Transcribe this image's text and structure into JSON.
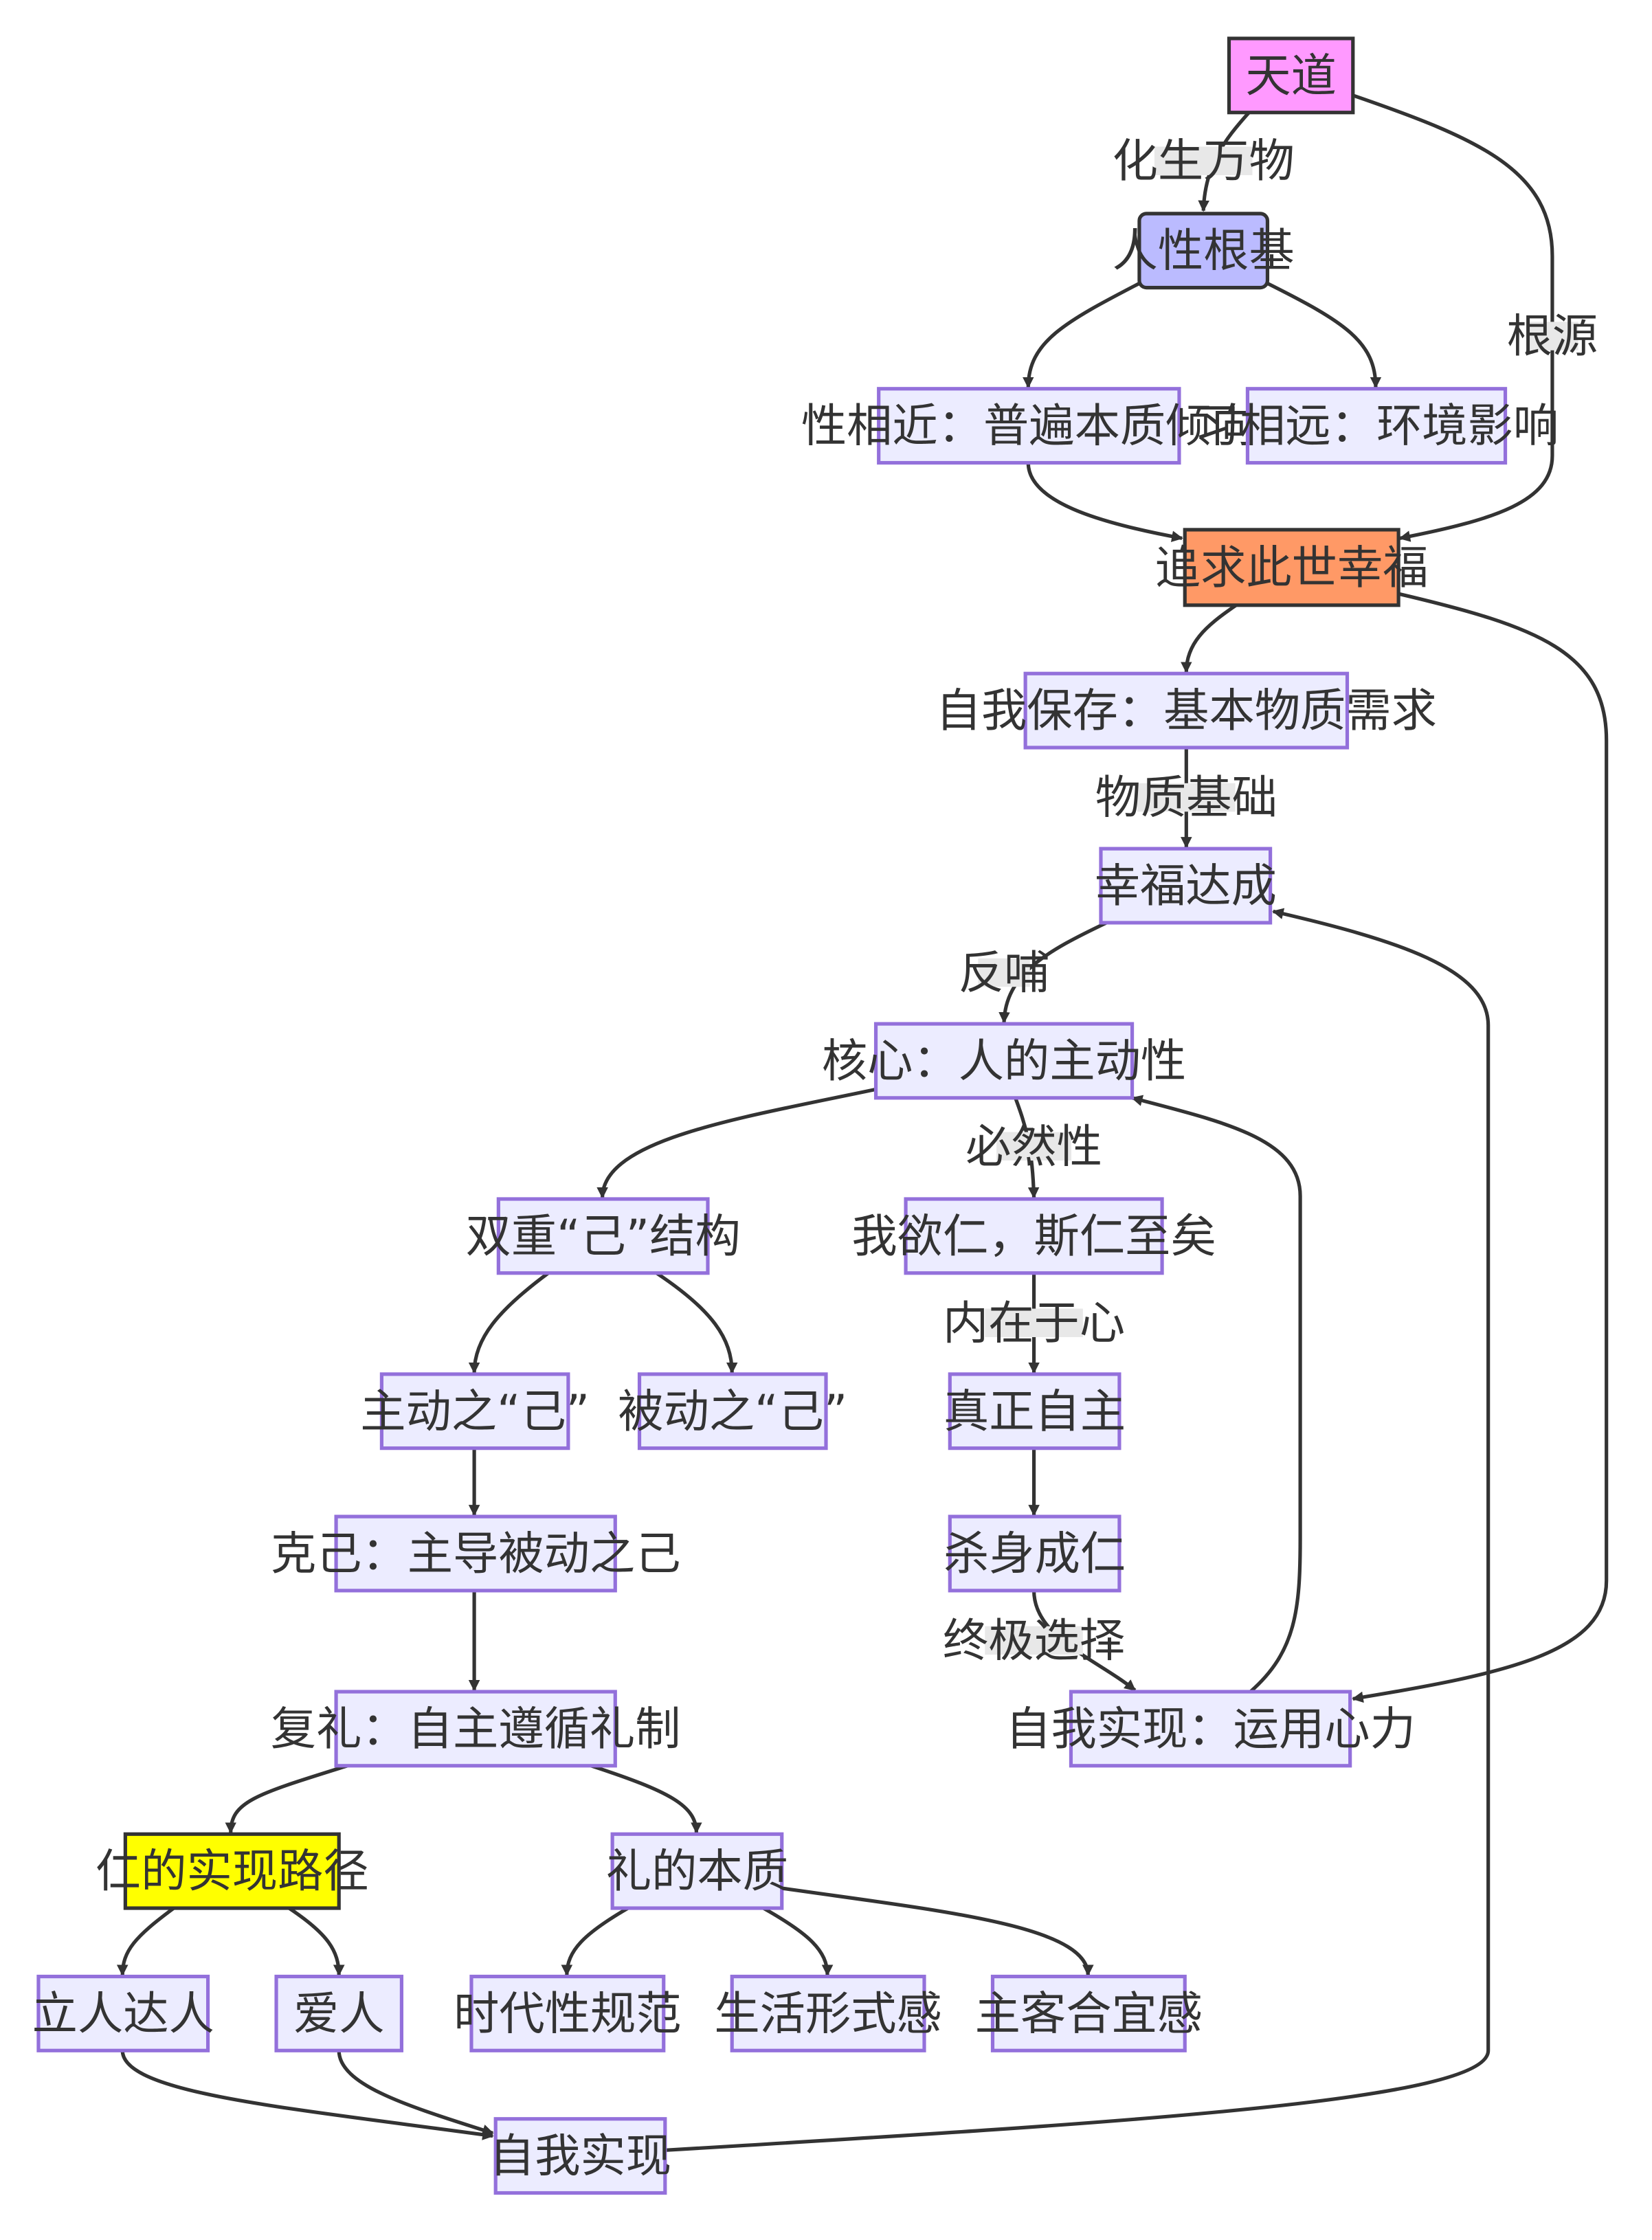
{
  "nodes": [
    {
      "id": "tiandao",
      "label": "天道",
      "fill": "#ff99ff",
      "stroke": "#333333"
    },
    {
      "id": "renxing",
      "label": "人性根基",
      "fill": "#bbbbff",
      "stroke": "#333333",
      "rounded": true
    },
    {
      "id": "xingxiangjin",
      "label": "性相近：普遍本质倾向",
      "fill": "#ececff",
      "stroke": "#9370db"
    },
    {
      "id": "xixiangyuan",
      "label": "习相远：环境影响",
      "fill": "#ececff",
      "stroke": "#9370db"
    },
    {
      "id": "zhuiqiu",
      "label": "追求此世幸福",
      "fill": "#ff9966",
      "stroke": "#333333"
    },
    {
      "id": "ziwobaocun",
      "label": "自我保存：基本物质需求",
      "fill": "#ececff",
      "stroke": "#9370db"
    },
    {
      "id": "xingfu",
      "label": "幸福达成",
      "fill": "#ececff",
      "stroke": "#9370db"
    },
    {
      "id": "hexin",
      "label": "核心：人的主动性",
      "fill": "#ececff",
      "stroke": "#9370db"
    },
    {
      "id": "shuangzhong",
      "label": "双重“己”结构",
      "fill": "#ececff",
      "stroke": "#9370db"
    },
    {
      "id": "woyuren",
      "label": "我欲仁，斯仁至矣",
      "fill": "#ececff",
      "stroke": "#9370db"
    },
    {
      "id": "zhudong",
      "label": "主动之“己”",
      "fill": "#ececff",
      "stroke": "#9370db"
    },
    {
      "id": "beidong",
      "label": "被动之“己”",
      "fill": "#ececff",
      "stroke": "#9370db"
    },
    {
      "id": "zhenzheng",
      "label": "真正自主",
      "fill": "#ececff",
      "stroke": "#9370db"
    },
    {
      "id": "keji",
      "label": "克己：主导被动之己",
      "fill": "#ececff",
      "stroke": "#9370db"
    },
    {
      "id": "shashen",
      "label": "杀身成仁",
      "fill": "#ececff",
      "stroke": "#9370db"
    },
    {
      "id": "fuli",
      "label": "复礼：自主遵循礼制",
      "fill": "#ececff",
      "stroke": "#9370db"
    },
    {
      "id": "ziwoshixianxinli",
      "label": "自我实现：运用心力",
      "fill": "#ececff",
      "stroke": "#9370db"
    },
    {
      "id": "ren",
      "label": "仁的实现路径",
      "fill": "#ffff00",
      "stroke": "#333333"
    },
    {
      "id": "li",
      "label": "礼的本质",
      "fill": "#ececff",
      "stroke": "#9370db"
    },
    {
      "id": "lirendaren",
      "label": "立人达人",
      "fill": "#ececff",
      "stroke": "#9370db"
    },
    {
      "id": "airen",
      "label": "爱人",
      "fill": "#ececff",
      "stroke": "#9370db"
    },
    {
      "id": "shidaixing",
      "label": "时代性规范",
      "fill": "#ececff",
      "stroke": "#9370db"
    },
    {
      "id": "shenghuo",
      "label": "生活形式感",
      "fill": "#ececff",
      "stroke": "#9370db"
    },
    {
      "id": "zhuke",
      "label": "主客合宜感",
      "fill": "#ececff",
      "stroke": "#9370db"
    },
    {
      "id": "ziwoshixian",
      "label": "自我实现",
      "fill": "#ececff",
      "stroke": "#9370db"
    }
  ],
  "edges": [
    {
      "from": "tiandao",
      "to": "renxing",
      "label": "化生万物"
    },
    {
      "from": "tiandao",
      "to": "zhuiqiu",
      "label": "根源"
    },
    {
      "from": "renxing",
      "to": "xingxiangjin",
      "label": ""
    },
    {
      "from": "renxing",
      "to": "xixiangyuan",
      "label": ""
    },
    {
      "from": "xingxiangjin",
      "to": "zhuiqiu",
      "label": ""
    },
    {
      "from": "zhuiqiu",
      "to": "ziwobaocun",
      "label": ""
    },
    {
      "from": "zhuiqiu",
      "to": "ziwoshixianxinli",
      "label": ""
    },
    {
      "from": "ziwobaocun",
      "to": "xingfu",
      "label": "物质基础"
    },
    {
      "from": "xingfu",
      "to": "hexin",
      "label": "反哺"
    },
    {
      "from": "hexin",
      "to": "shuangzhong",
      "label": ""
    },
    {
      "from": "hexin",
      "to": "woyuren",
      "label": "必然性"
    },
    {
      "from": "shuangzhong",
      "to": "zhudong",
      "label": ""
    },
    {
      "from": "shuangzhong",
      "to": "beidong",
      "label": ""
    },
    {
      "from": "woyuren",
      "to": "zhenzheng",
      "label": "内在于心"
    },
    {
      "from": "zhudong",
      "to": "keji",
      "label": ""
    },
    {
      "from": "zhenzheng",
      "to": "shashen",
      "label": ""
    },
    {
      "from": "shashen",
      "to": "ziwoshixianxinli",
      "label": "终极选择"
    },
    {
      "from": "keji",
      "to": "fuli",
      "label": ""
    },
    {
      "from": "ziwoshixianxinli",
      "to": "hexin",
      "label": ""
    },
    {
      "from": "fuli",
      "to": "ren",
      "label": ""
    },
    {
      "from": "fuli",
      "to": "li",
      "label": ""
    },
    {
      "from": "ren",
      "to": "lirendaren",
      "label": ""
    },
    {
      "from": "ren",
      "to": "airen",
      "label": ""
    },
    {
      "from": "li",
      "to": "shidaixing",
      "label": ""
    },
    {
      "from": "li",
      "to": "shenghuo",
      "label": ""
    },
    {
      "from": "li",
      "to": "zhuke",
      "label": ""
    },
    {
      "from": "lirendaren",
      "to": "ziwoshixian",
      "label": ""
    },
    {
      "from": "airen",
      "to": "ziwoshixian",
      "label": ""
    },
    {
      "from": "ziwoshixian",
      "to": "xingfu",
      "label": ""
    }
  ]
}
